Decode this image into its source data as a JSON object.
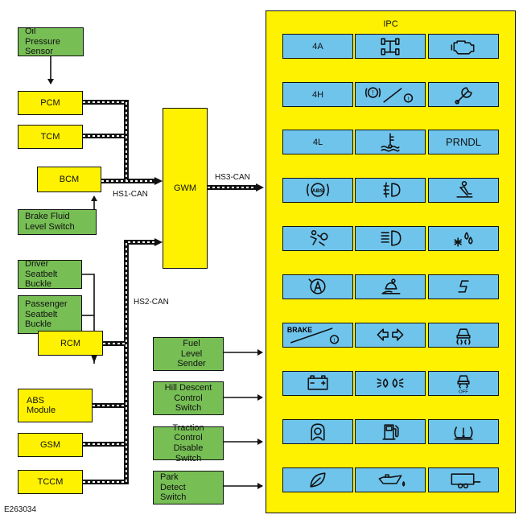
{
  "ipc": {
    "title": "IPC",
    "tiles": [
      {
        "text": "4A",
        "icon": "text"
      },
      {
        "text": "",
        "icon": "4wd-axle-icon"
      },
      {
        "text": "",
        "icon": "check-engine-icon"
      },
      {
        "text": "4H",
        "icon": "text"
      },
      {
        "text": "",
        "icon": "park-brake-fault-icon"
      },
      {
        "text": "",
        "icon": "service-wrench-icon"
      },
      {
        "text": "4L",
        "icon": "text"
      },
      {
        "text": "",
        "icon": "coolant-temperature-icon"
      },
      {
        "text": "PRNDL",
        "icon": "text"
      },
      {
        "text": "",
        "icon": "abs-icon"
      },
      {
        "text": "",
        "icon": "fog-lamp-icon"
      },
      {
        "text": "",
        "icon": "seatbelt-icon"
      },
      {
        "text": "",
        "icon": "airbag-icon"
      },
      {
        "text": "",
        "icon": "high-beam-icon"
      },
      {
        "text": "",
        "icon": "low-temperature-icon"
      },
      {
        "text": "",
        "icon": "auto-start-stop-icon"
      },
      {
        "text": "",
        "icon": "hill-descent-icon"
      },
      {
        "text": "",
        "icon": "sport-mode-icon"
      },
      {
        "text": "BRAKE",
        "icon": "brake-warning-icon"
      },
      {
        "text": "",
        "icon": "turn-signal-icon"
      },
      {
        "text": "",
        "icon": "traction-control-icon"
      },
      {
        "text": "",
        "icon": "battery-icon"
      },
      {
        "text": "",
        "icon": "side-lamp-icon"
      },
      {
        "text": "OFF",
        "icon": "traction-control-off-icon"
      },
      {
        "text": "",
        "icon": "driver-alert-icon"
      },
      {
        "text": "",
        "icon": "fuel-icon"
      },
      {
        "text": "",
        "icon": "tire-pressure-icon"
      },
      {
        "text": "",
        "icon": "eco-leaf-icon"
      },
      {
        "text": "",
        "icon": "oil-pressure-icon"
      },
      {
        "text": "",
        "icon": "trailer-icon"
      }
    ]
  },
  "modules": {
    "oil_pressure_sensor": "Oil Pressure Sensor",
    "pcm": "PCM",
    "tcm": "TCM",
    "bcm": "BCM",
    "brake_fluid": "Brake Fluid Level Switch",
    "gwm": "GWM",
    "driver_seatbelt": "Driver Seatbelt Buckle",
    "passenger_seatbelt": "Passenger Seatbelt Buckle",
    "rcm": "RCM",
    "abs_module": "ABS Module",
    "gsm": "GSM",
    "tccm": "TCCM",
    "fuel_level": "Fuel Level Sender",
    "hill_descent": "Hill Descent Control Switch",
    "traction_control": "Traction Control Disable Switch",
    "park_detect": "Park Detect Switch"
  },
  "buses": {
    "hs1": "HS1-CAN",
    "hs2": "HS2-CAN",
    "hs3": "HS3-CAN"
  },
  "figure_id": "E263034"
}
